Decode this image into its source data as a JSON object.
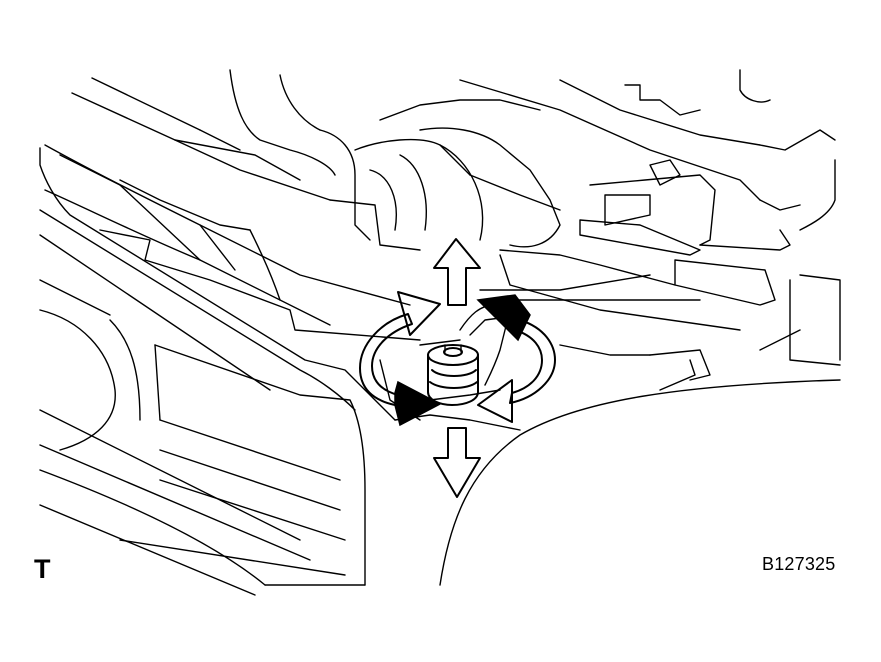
{
  "figure": {
    "corner_label": "T",
    "figure_id": "B127325"
  },
  "symbols": {
    "rotate_arrows": [
      "counterclockwise-rotation-arrow",
      "clockwise-rotation-arrow"
    ],
    "direction_arrows": [
      "up-arrow",
      "down-arrow"
    ],
    "part": "grommet-clip"
  },
  "colors": {
    "line": "#000000",
    "background": "#ffffff"
  }
}
